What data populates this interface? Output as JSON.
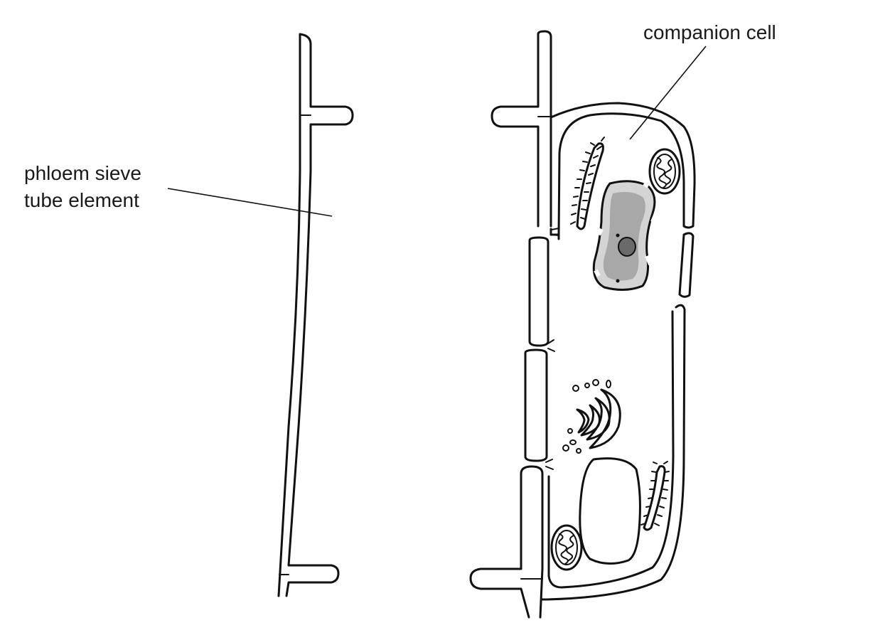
{
  "labels": {
    "phloem_line1": "phloem sieve",
    "phloem_line2": "tube element",
    "companion": "companion cell"
  },
  "colors": {
    "outline": "#111111",
    "nucleus_outer": "#d4d4d4",
    "nucleus_inner": "#a8a8a8",
    "nucleolus": "#6a6a6a"
  }
}
